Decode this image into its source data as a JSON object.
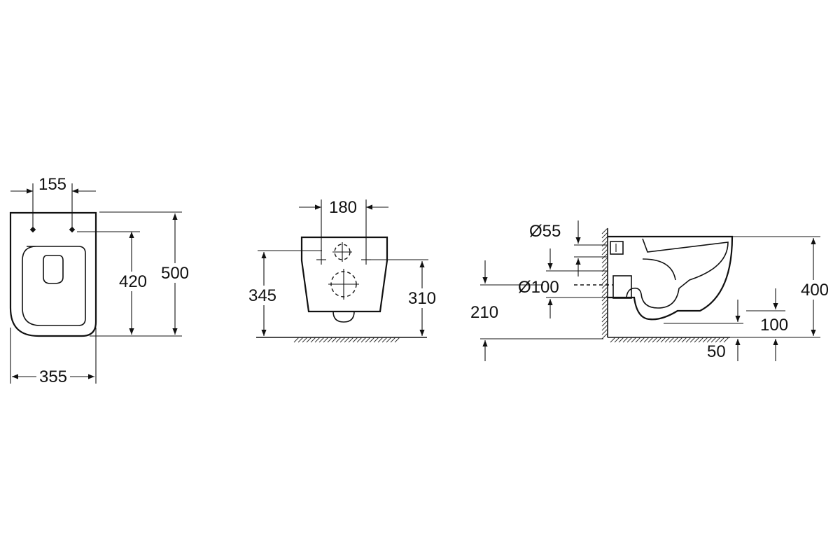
{
  "top_view": {
    "dim_hole_spacing": "155",
    "dim_hole_to_front": "420",
    "dim_length": "500",
    "dim_width": "355"
  },
  "rear_view": {
    "dim_bolt_spacing": "180",
    "dim_top_to_floor": "345",
    "dim_bolt_to_floor": "310"
  },
  "side_view": {
    "dim_inlet_diameter": "Ø55",
    "dim_outlet_diameter": "Ø100",
    "dim_outlet_height": "210",
    "dim_rim_height": "400",
    "dim_base_clearance": "100",
    "dim_floor_offset": "50"
  }
}
